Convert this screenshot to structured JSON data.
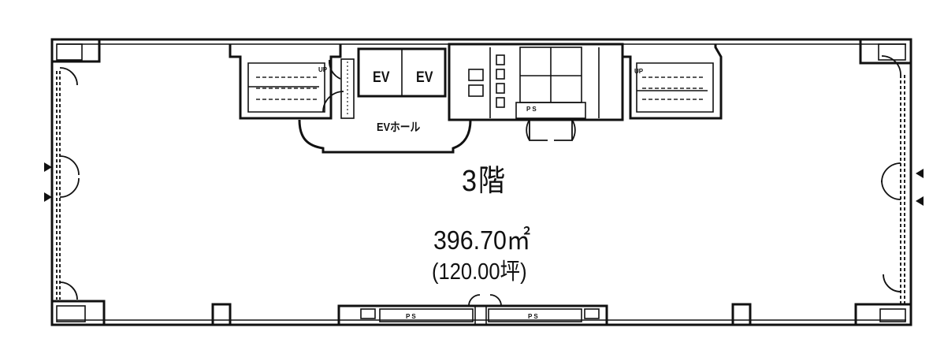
{
  "plan": {
    "floor": "3階",
    "area_m2": "396.70㎡",
    "area_tsubo": "(120.00坪)",
    "rooms": {
      "elevator_1": "EV",
      "elevator_2": "EV",
      "elevator_hall": "EVホール",
      "pipe_space": "P S",
      "stair_up_left": "UP",
      "stair_up_right": "UP",
      "bottom_ps_1": "P S",
      "bottom_ps_2": "P S"
    },
    "entrance_markers": {
      "left": [
        "entrance-arrow",
        "entrance-arrow"
      ],
      "right": [
        "entrance-arrow",
        "entrance-arrow"
      ]
    },
    "colors": {
      "line": "#111111",
      "background": "#ffffff"
    }
  }
}
